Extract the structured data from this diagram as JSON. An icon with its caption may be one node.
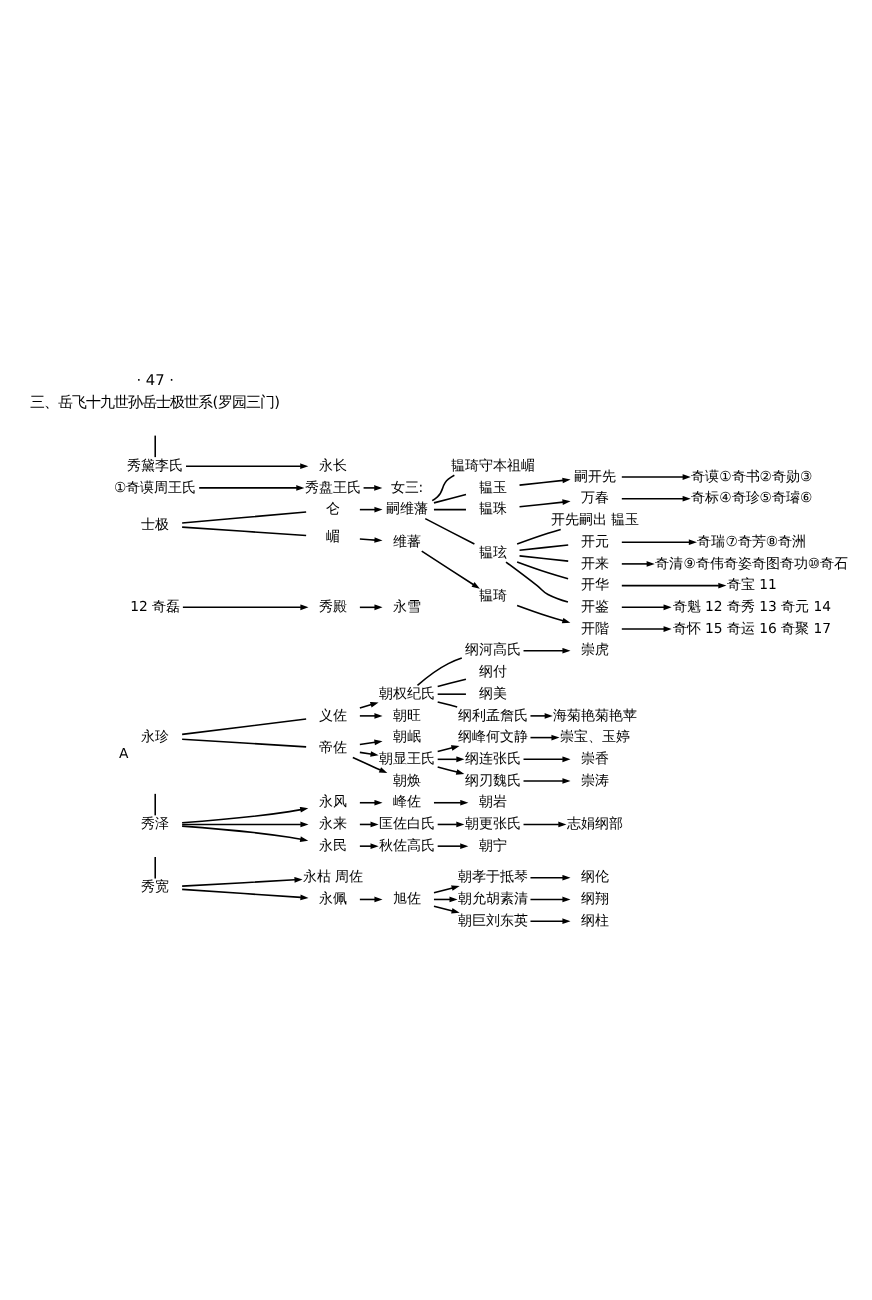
{
  "diagram": {
    "nodes": [
      {
        "text": [
          "秀宽"
        ]
      },
      {
        "text": [
          "永枯 周佐"
        ]
      },
      {
        "text": [
          "永佩"
        ]
      },
      {
        "text": [
          "旭佐"
        ]
      },
      {
        "text": [
          "朝孝于抵琴"
        ]
      },
      {
        "text": [
          "纲伦"
        ]
      },
      {
        "text": [
          "朝允胡素清"
        ]
      },
      {
        "text": [
          "纲翔"
        ]
      },
      {
        "text": [
          "朝巨刘东英"
        ]
      },
      {
        "text": [
          "纲柱"
        ]
      },
      {
        "text": [
          "秀泽"
        ]
      },
      {
        "text": [
          "永风"
        ]
      },
      {
        "text": [
          "峰佐"
        ]
      },
      {
        "text": [
          "朝岩"
        ]
      },
      {
        "text": [
          "永来"
        ]
      },
      {
        "text": [
          "匡佐白氏"
        ]
      },
      {
        "text": [
          "朝更张氏"
        ]
      },
      {
        "text": [
          "志娟纲部"
        ]
      },
      {
        "text": [
          "永民"
        ]
      },
      {
        "text": [
          "秋佐高氏"
        ]
      },
      {
        "text": [
          "朝宁"
        ]
      },
      {
        "text": [
          "永珍"
        ],
        "beside": [
          "A"
        ]
      },
      {
        "text": [
          "义佐"
        ]
      },
      {
        "text": [
          "朝权纪氏"
        ]
      },
      {
        "text": [
          "朝旺"
        ]
      },
      {
        "text": [
          "纲河高氏"
        ]
      },
      {
        "text": [
          "崇虎"
        ]
      },
      {
        "text": [
          "纲付"
        ]
      },
      {
        "text": [
          "纲美"
        ]
      },
      {
        "text": [
          "纲利孟詹氏"
        ]
      },
      {
        "text": [
          "海菊艳菊艳苹"
        ]
      },
      {
        "text": [
          "帝佐"
        ]
      },
      {
        "text": [
          "朝岷"
        ]
      },
      {
        "text": [
          "朝显王氏"
        ]
      },
      {
        "text": [
          "朝焕"
        ]
      },
      {
        "text": [
          "纲峰何文静"
        ]
      },
      {
        "text": [
          "崇宝、玉婷"
        ]
      },
      {
        "text": [
          "纲连张氏"
        ]
      },
      {
        "text": [
          "崇香"
        ]
      },
      {
        "text": [
          "纲刃魏氏"
        ]
      },
      {
        "text": [
          "崇涛"
        ]
      },
      {
        "text": [
          "12 奇磊"
        ]
      },
      {
        "text": [
          "秀殿"
        ]
      },
      {
        "text": [
          "永雪"
        ]
      },
      {
        "text": [
          "士极"
        ]
      },
      {
        "text": [
          "仑"
        ]
      },
      {
        "text": [
          "嗣维藩"
        ]
      },
      {
        "text": [
          "韫琦守本祖嵋"
        ]
      },
      {
        "text": [
          "韫玉"
        ]
      },
      {
        "text": [
          "嗣开先"
        ]
      },
      {
        "text": [
          "奇谟①奇书②奇勋③"
        ]
      },
      {
        "text": [
          "韫珠"
        ]
      },
      {
        "text": [
          "万春"
        ]
      },
      {
        "text": [
          "奇标④奇珍⑤奇璿⑥"
        ]
      },
      {
        "text": [
          "韫玹"
        ]
      },
      {
        "text": [
          "开先嗣出 韫玉"
        ]
      },
      {
        "text": [
          "开元"
        ]
      },
      {
        "text": [
          "奇瑞⑦奇芳⑧奇洲"
        ]
      },
      {
        "text": [
          "开来"
        ]
      },
      {
        "text": [
          "奇清⑨奇伟奇姿奇图奇功⑩奇石"
        ]
      },
      {
        "text": [
          "开华"
        ]
      },
      {
        "text": [
          "奇宝 11"
        ]
      },
      {
        "text": [
          "开鉴"
        ]
      },
      {
        "text": [
          "奇魁 12 奇秀 13 奇元 14"
        ]
      },
      {
        "text": [
          "嵋"
        ]
      },
      {
        "text": [
          "维蕃"
        ]
      },
      {
        "text": [
          "韫琦"
        ]
      },
      {
        "text": [
          "开階"
        ]
      },
      {
        "text": [
          "奇怀 15 奇运 16 奇聚 17"
        ]
      },
      {
        "text": [
          "①奇谟周王氏"
        ]
      },
      {
        "text": [
          "秀盘王氏"
        ]
      },
      {
        "text": [
          "女三:"
        ]
      },
      {
        "text": [
          "秀黛李氏"
        ]
      },
      {
        "text": [
          "永长"
        ]
      }
    ],
    "edges": [
      {
        "from": null,
        "to": 0,
        "arrow": "none"
      },
      {
        "from": null,
        "to": 10,
        "arrow": "none"
      },
      {
        "from": 0,
        "to": 1,
        "arrow": "to"
      },
      {
        "from": 0,
        "to": 2,
        "arrow": "to"
      },
      {
        "from": 2,
        "to": 3,
        "arrow": "to"
      },
      {
        "from": 3,
        "to": 4,
        "arrow": "to"
      },
      {
        "from": 3,
        "to": 6,
        "arrow": "to"
      },
      {
        "from": 3,
        "to": 8,
        "arrow": "to"
      },
      {
        "from": 4,
        "to": 5,
        "arrow": "to"
      },
      {
        "from": 6,
        "to": 7,
        "arrow": "to"
      },
      {
        "from": 8,
        "to": 9,
        "arrow": "to"
      },
      {
        "from": 10,
        "to": 11,
        "arrow": "to"
      },
      {
        "from": 10,
        "to": 14,
        "arrow": "to"
      },
      {
        "from": 10,
        "to": 18,
        "arrow": "to"
      },
      {
        "from": 11,
        "to": 12,
        "arrow": "to"
      },
      {
        "from": 12,
        "to": 13,
        "arrow": "to"
      },
      {
        "from": 14,
        "to": 15,
        "arrow": "to"
      },
      {
        "from": 15,
        "to": 16,
        "arrow": "to"
      },
      {
        "from": 16,
        "to": 17,
        "arrow": "to"
      },
      {
        "from": 18,
        "to": 19,
        "arrow": "to"
      },
      {
        "from": 19,
        "to": 20,
        "arrow": "to"
      },
      {
        "from": 21,
        "to": 22,
        "arrow": "none"
      },
      {
        "from": 21,
        "to": 31,
        "arrow": "none"
      },
      {
        "from": 22,
        "to": 23,
        "arrow": "to"
      },
      {
        "from": 22,
        "to": 24,
        "arrow": "to"
      },
      {
        "from": 23,
        "to": 25,
        "arrow": "none"
      },
      {
        "from": 23,
        "to": 27,
        "arrow": "none"
      },
      {
        "from": 23,
        "to": 28,
        "arrow": "none"
      },
      {
        "from": 23,
        "to": 29,
        "arrow": "none"
      },
      {
        "from": 25,
        "to": 26,
        "arrow": "to"
      },
      {
        "from": 29,
        "to": 30,
        "arrow": "to"
      },
      {
        "from": 31,
        "to": 32,
        "arrow": "to"
      },
      {
        "from": 31,
        "to": 33,
        "arrow": "to"
      },
      {
        "from": 31,
        "to": 34,
        "arrow": "to"
      },
      {
        "from": 33,
        "to": 35,
        "arrow": "to"
      },
      {
        "from": 33,
        "to": 37,
        "arrow": "to"
      },
      {
        "from": 33,
        "to": 39,
        "arrow": "to"
      },
      {
        "from": 35,
        "to": 36,
        "arrow": "to"
      },
      {
        "from": 37,
        "to": 38,
        "arrow": "to"
      },
      {
        "from": 39,
        "to": 40,
        "arrow": "to"
      },
      {
        "from": 41,
        "to": 42,
        "arrow": "to"
      },
      {
        "from": 42,
        "to": 43,
        "arrow": "to"
      },
      {
        "from": 44,
        "to": 45,
        "arrow": "none"
      },
      {
        "from": 44,
        "to": 64,
        "arrow": "none"
      },
      {
        "from": 45,
        "to": 46,
        "arrow": "to"
      },
      {
        "from": 46,
        "to": 47,
        "arrow": "none"
      },
      {
        "from": 46,
        "to": 48,
        "arrow": "none"
      },
      {
        "from": 46,
        "to": 51,
        "arrow": "none"
      },
      {
        "from": 46,
        "to": 54,
        "arrow": "none"
      },
      {
        "from": 48,
        "to": 49,
        "arrow": "to"
      },
      {
        "from": 49,
        "to": 50,
        "arrow": "to"
      },
      {
        "from": 51,
        "to": 52,
        "arrow": "to"
      },
      {
        "from": 52,
        "to": 53,
        "arrow": "to"
      },
      {
        "from": 54,
        "to": 55,
        "arrow": "none"
      },
      {
        "from": 54,
        "to": 56,
        "arrow": "none"
      },
      {
        "from": 54,
        "to": 58,
        "arrow": "none"
      },
      {
        "from": 54,
        "to": 60,
        "arrow": "none"
      },
      {
        "from": 54,
        "to": 62,
        "arrow": "none"
      },
      {
        "from": 56,
        "to": 57,
        "arrow": "to"
      },
      {
        "from": 58,
        "to": 59,
        "arrow": "to"
      },
      {
        "from": 60,
        "to": 61,
        "arrow": "to"
      },
      {
        "from": 62,
        "to": 63,
        "arrow": "to"
      },
      {
        "from": 64,
        "to": 65,
        "arrow": "to"
      },
      {
        "from": 65,
        "to": 66,
        "arrow": "to"
      },
      {
        "from": 66,
        "to": 67,
        "arrow": "to"
      },
      {
        "from": 67,
        "to": 68,
        "arrow": "to"
      },
      {
        "from": 69,
        "to": 70,
        "arrow": "to"
      },
      {
        "from": 70,
        "to": 71,
        "arrow": "to"
      },
      {
        "from": null,
        "to": 72,
        "arrow": "none"
      },
      {
        "from": 72,
        "to": 73,
        "arrow": "to"
      }
    ],
    "labels": [
      "三、岳飞十九世孙岳士极世系(罗园三门)",
      "· 47 ·"
    ]
  }
}
